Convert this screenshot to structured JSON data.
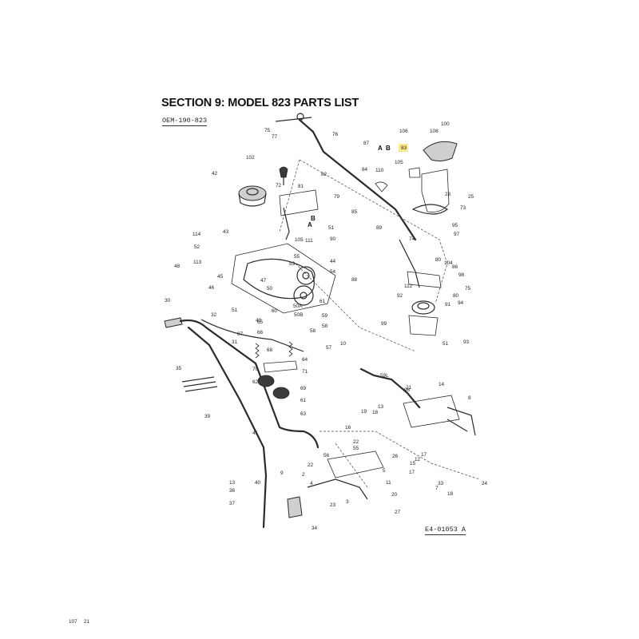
{
  "header": {
    "title": "SECTION 9:  MODEL 823 PARTS LIST",
    "doc_number": "OEM-190-823"
  },
  "footer": {
    "figure_ref": "E4-01053 A"
  },
  "colors": {
    "highlight": "#ffe45c",
    "line": "#2b2b2b"
  },
  "highlighted_callout": "83",
  "callouts": [
    "75",
    "77",
    "76",
    "87",
    "106",
    "108",
    "100",
    "83",
    "A",
    "B",
    "105",
    "110",
    "84",
    "102",
    "82",
    "72",
    "81",
    "42",
    "79",
    "85",
    "B",
    "A",
    "89",
    "74",
    "114",
    "52",
    "113",
    "48",
    "43",
    "105",
    "111",
    "44",
    "51",
    "90",
    "55",
    "88",
    "53",
    "54",
    "47",
    "50",
    "61",
    "60",
    "50A",
    "50B",
    "59",
    "58",
    "49",
    "45",
    "46",
    "51",
    "58",
    "65",
    "66",
    "67",
    "68",
    "57",
    "10",
    "31",
    "30",
    "32",
    "64",
    "71",
    "70",
    "62",
    "69",
    "61",
    "63",
    "35",
    "59L",
    "39",
    "41",
    "14",
    "8",
    "21",
    "19",
    "18",
    "13",
    "16",
    "22",
    "55",
    "56",
    "22",
    "26",
    "17",
    "12",
    "15",
    "17",
    "2",
    "5",
    "4",
    "33",
    "24",
    "7",
    "18",
    "13",
    "36",
    "37",
    "40",
    "9",
    "34",
    "3",
    "23",
    "11",
    "20",
    "27",
    "28",
    "25",
    "73",
    "95",
    "97",
    "104",
    "80",
    "86",
    "98",
    "75",
    "80",
    "91",
    "112",
    "92",
    "94",
    "99",
    "51",
    "93",
    "96",
    "107",
    "21"
  ]
}
